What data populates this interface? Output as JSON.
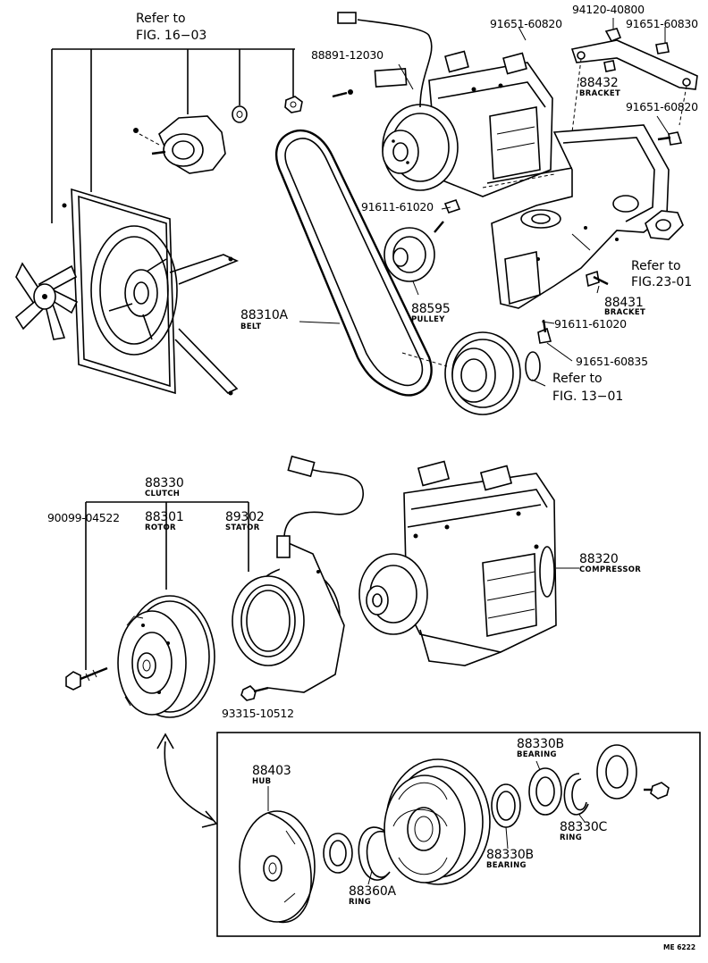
{
  "labels": {
    "refer_fig_16_03_line1": "Refer to",
    "refer_fig_16_03_line2": "FIG. 16−03",
    "part_94120_40800": "94120-40800",
    "part_91651_60820_top": "91651-60820",
    "part_91651_60830": "91651-60830",
    "part_88891_12030": "88891-12030",
    "part_88432": "88432",
    "part_88432_name": "BRACKET",
    "part_91651_60820_right": "91651-60820",
    "part_91611_61020_top": "91611-61020",
    "refer_fig_23_01_line1": "Refer to",
    "refer_fig_23_01_line2": "FIG.23-01",
    "part_88595": "88595",
    "part_88595_name": "PULLEY",
    "part_88431": "88431",
    "part_88431_name": "BRACKET",
    "part_88310a": "88310A",
    "part_88310a_name": "BELT",
    "part_91611_61020_bottom": "91611-61020",
    "part_91651_60835": "91651-60835",
    "refer_fig_13_01_line1": "Refer to",
    "refer_fig_13_01_line2": "FIG. 13−01",
    "part_88330": "88330",
    "part_88330_name": "CLUTCH",
    "part_90099_04522": "90099-04522",
    "part_88301": "88301",
    "part_88301_name": "ROTOR",
    "part_89302": "89302",
    "part_89302_name": "STATOR",
    "part_88320": "88320",
    "part_88320_name": "COMPRESSOR",
    "part_93315_10512": "93315-10512",
    "part_88403": "88403",
    "part_88403_name": "HUB",
    "part_88330b_top": "88330B",
    "part_88330b_top_name": "BEARING",
    "part_88330c": "88330C",
    "part_88330c_name": "RING",
    "part_88330b_bottom": "88330B",
    "part_88330b_bottom_name": "BEARING",
    "part_88360a": "88360A",
    "part_88360a_name": "RING",
    "drawing_code": "ME 6222"
  }
}
